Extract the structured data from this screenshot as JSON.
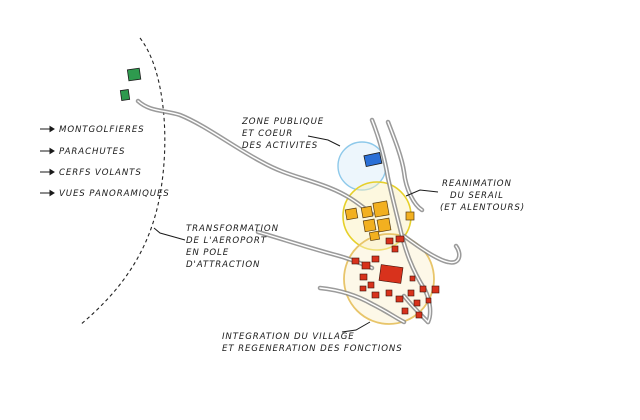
{
  "left_list": [
    "MONTGOLFIERES",
    "PARACHUTES",
    "CERFS VOLANTS",
    "VUES PANORAMIQUES"
  ],
  "labels": {
    "zone_publique": [
      "ZONE PUBLIQUE",
      "ET COEUR",
      "DES ACTIVITES"
    ],
    "serail": [
      "REANIMATION",
      "DU SERAIL",
      "(ET ALENTOURS)"
    ],
    "aeroport": [
      "TRANSFORMATION",
      "DE L'AEROPORT",
      "EN POLE",
      "D'ATTRACTION"
    ],
    "village": [
      "INTEGRATION DU VILLAGE",
      "ET REGENERATION DES FONCTIONS"
    ]
  },
  "colors": {
    "zone_publique": "#2a6fd6",
    "serail": "#f2b020",
    "village": "#d8321c",
    "parachute_sites": "#2e9a4e",
    "roads": "#8a8a8a"
  }
}
